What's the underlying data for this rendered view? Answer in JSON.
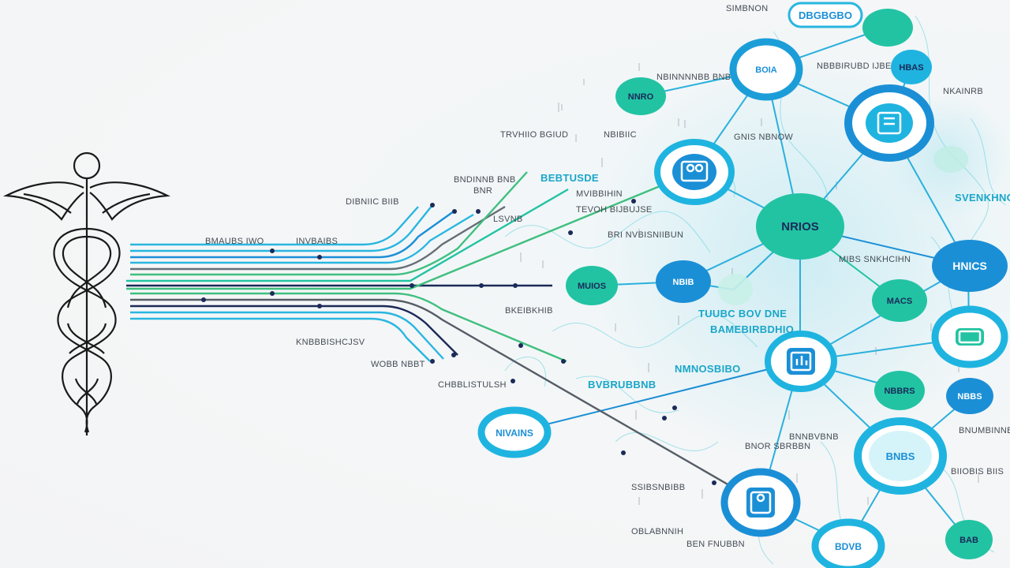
{
  "colors": {
    "background": "#f3f4f5",
    "cyan": "#29b6e0",
    "teal": "#22c3a3",
    "blue": "#1b8fd6",
    "navy": "#1b2a58",
    "green": "#3fbf7f",
    "gray": "#666666"
  },
  "symbol": "caduceus-icon",
  "nodes": [
    {
      "id": "n1",
      "text": "DBGBGBO"
    },
    {
      "id": "n2",
      "text": ""
    },
    {
      "id": "n3",
      "text": ""
    },
    {
      "id": "n4",
      "text": "BOIA"
    },
    {
      "id": "n5",
      "text": "NNRO"
    },
    {
      "id": "n6",
      "text": "HBAS"
    },
    {
      "id": "n7",
      "text": ""
    },
    {
      "id": "n8",
      "text": ""
    },
    {
      "id": "n9",
      "text": "NRIOS"
    },
    {
      "id": "n10",
      "text": "MUIOS"
    },
    {
      "id": "n11",
      "text": "NBIB"
    },
    {
      "id": "n12",
      "text": ""
    },
    {
      "id": "n13",
      "text": "HNICS"
    },
    {
      "id": "n14",
      "text": "MACS"
    },
    {
      "id": "n15",
      "text": ""
    },
    {
      "id": "n16",
      "text": ""
    },
    {
      "id": "n17",
      "text": "NBBRS"
    },
    {
      "id": "n18",
      "text": "NBBS"
    },
    {
      "id": "n19",
      "text": "NIVAINS"
    },
    {
      "id": "n20",
      "text": "BNBS"
    },
    {
      "id": "n21",
      "text": ""
    },
    {
      "id": "n22",
      "text": "BDVB"
    },
    {
      "id": "n23",
      "text": "BAB"
    }
  ],
  "labels": [
    "SIMBNON",
    "NBINNNNBB BNB",
    "NBBBIRUBD IJBE",
    "TRVHIIO BGIUD",
    "GNIS NBNOW",
    "NBIBIIC",
    "NKAINRB",
    "BEBTUSDE",
    "MVIBBIHIN",
    "BNDINNB BNB",
    "TEVOH BIJBUJSE",
    "DIBNIIC BIIB",
    "LSVNB",
    "BRI NVBISNIIBUN",
    "BMAUBS IWO",
    "INVBAIBS",
    "SVENKHNOB",
    "MIBS SNKHCIHN",
    "BKEIBKHIB",
    "TUUBC BOV DNE",
    "BAMEBIRBDHIO",
    "KNBBBISHCJSV",
    "WOBB NBBT",
    "NMNOSBIBO",
    "CHBBLISTULSH",
    "BVBRUBBNB",
    "BNUMBINNB",
    "BNOR SBRBBN",
    "BIIOBIS BIIS",
    "SSIBSNBIBB",
    "OBLABNNIH",
    "BEN FNUBBN",
    "BNNBVBNB",
    "BNR"
  ]
}
